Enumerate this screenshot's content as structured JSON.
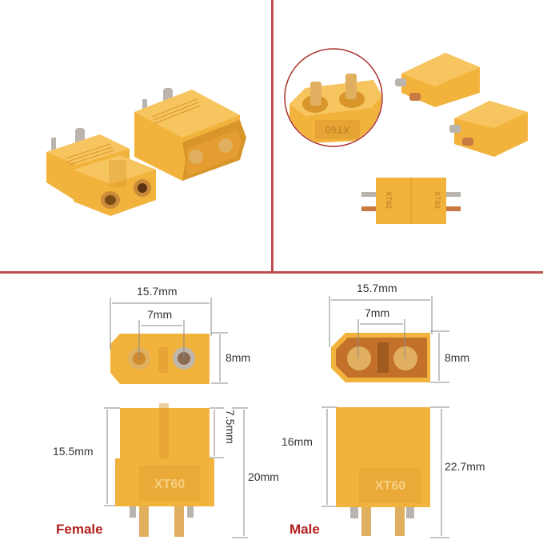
{
  "product": "XT60 connector",
  "colors": {
    "divider": "#c0504d",
    "connector_body": "#f2b33d",
    "gender_label": "#b0201e",
    "dimension_line": "#8a8a8a"
  },
  "panels": {
    "top_left": {
      "description": "Female and male XT60 connectors, angled view",
      "connectors": [
        "female",
        "male"
      ]
    },
    "top_right": {
      "description": "XT60 close-up and connector pairs",
      "closeup_text": "XT60",
      "mated_pair_text": [
        "XT60",
        "XT60"
      ]
    },
    "bottom_left": {
      "label": "Female",
      "body_text": "XT60",
      "dimensions": {
        "width": "15.7mm",
        "pin_spacing": "7mm",
        "face_height": "8mm",
        "body_height": "15.5mm",
        "slot_depth": "7.5mm",
        "total_height": "20mm"
      }
    },
    "bottom_right": {
      "label": "Male",
      "body_text": "XT60",
      "dimensions": {
        "width": "15.7mm",
        "pin_spacing": "7mm",
        "face_height": "8mm",
        "body_height": "16mm",
        "total_height": "22.7mm"
      }
    }
  }
}
